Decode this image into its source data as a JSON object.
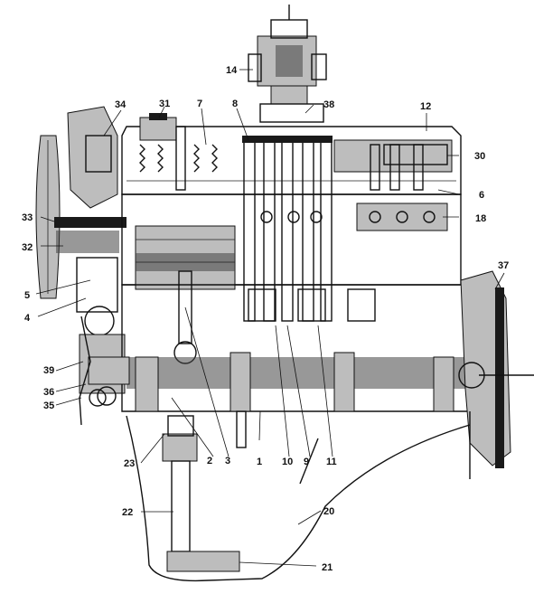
{
  "diagram": {
    "callouts": [
      {
        "id": "c1",
        "text": "1"
      },
      {
        "id": "c2",
        "text": "2"
      },
      {
        "id": "c3",
        "text": "3"
      },
      {
        "id": "c4",
        "text": "4"
      },
      {
        "id": "c5",
        "text": "5"
      },
      {
        "id": "c6",
        "text": "6"
      },
      {
        "id": "c7",
        "text": "7"
      },
      {
        "id": "c8",
        "text": "8"
      },
      {
        "id": "c9",
        "text": "9"
      },
      {
        "id": "c10",
        "text": "10"
      },
      {
        "id": "c11",
        "text": "11"
      },
      {
        "id": "c12",
        "text": "12"
      },
      {
        "id": "c14",
        "text": "14"
      },
      {
        "id": "c18",
        "text": "18"
      },
      {
        "id": "c20",
        "text": "20"
      },
      {
        "id": "c21",
        "text": "21"
      },
      {
        "id": "c22",
        "text": "22"
      },
      {
        "id": "c23",
        "text": "23"
      },
      {
        "id": "c30",
        "text": "30"
      },
      {
        "id": "c31",
        "text": "31"
      },
      {
        "id": "c32",
        "text": "32"
      },
      {
        "id": "c33",
        "text": "33"
      },
      {
        "id": "c34",
        "text": "34"
      },
      {
        "id": "c35",
        "text": "35"
      },
      {
        "id": "c36",
        "text": "36"
      },
      {
        "id": "c37",
        "text": "37"
      },
      {
        "id": "c38",
        "text": "38"
      },
      {
        "id": "c39",
        "text": "39"
      }
    ]
  }
}
